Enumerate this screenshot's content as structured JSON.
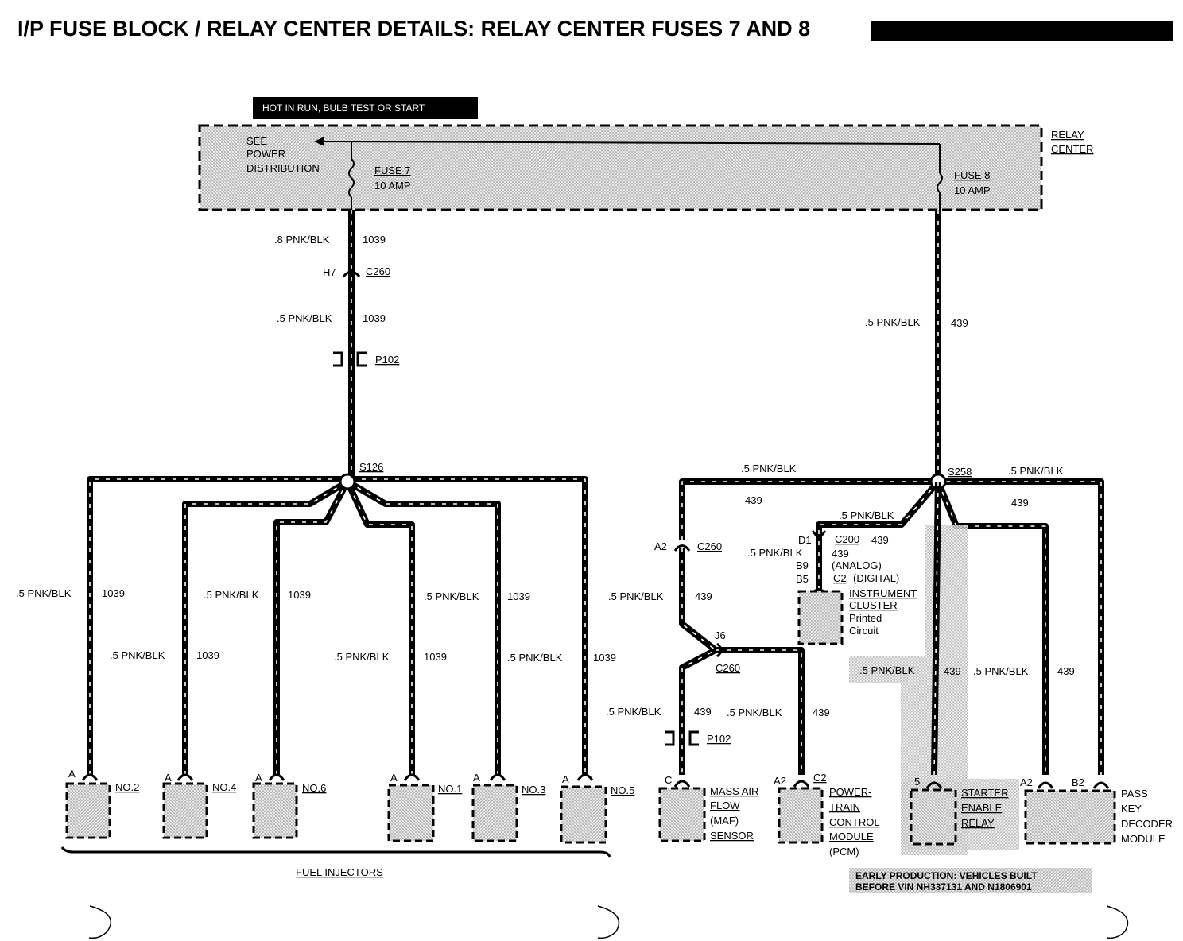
{
  "title": "I/P FUSE BLOCK / RELAY CENTER DETAILS: RELAY CENTER FUSES 7 AND 8",
  "hot_label": "HOT IN RUN, BULB TEST OR START",
  "relay_center": {
    "line1": "RELAY",
    "line2": "CENTER"
  },
  "see_power": {
    "line1": "SEE",
    "line2": "POWER",
    "line3": "DISTRIBUTION"
  },
  "fuse7": {
    "name": "FUSE 7",
    "rating": "10 AMP"
  },
  "fuse8": {
    "name": "FUSE 8",
    "rating": "10 AMP"
  },
  "wires": {
    "w08": ".8 PNK/BLK",
    "w05": ".5 PNK/BLK",
    "c1039": "1039",
    "c439": "439"
  },
  "connectors": {
    "h7": "H7",
    "c260": "C260",
    "p102": "P102",
    "s126": "S126",
    "s258": "S258",
    "a2": "A2",
    "j6": "J6",
    "d1": "D1",
    "b9": "B9",
    "b5": "B5",
    "c200": "C200",
    "c2": "C2",
    "a": "A",
    "c": "C",
    "b2": "B2",
    "five": "5",
    "analog": "(ANALOG)",
    "digital": "(DIGITAL)"
  },
  "injectors": {
    "items": [
      "NO.2",
      "NO.4",
      "NO.6",
      "NO.1",
      "NO.3",
      "NO.5"
    ],
    "group_label": "FUEL INJECTORS"
  },
  "components": {
    "maf": [
      "MASS AIR",
      "FLOW",
      "(MAF)",
      "SENSOR"
    ],
    "pcm": [
      "POWER-",
      "TRAIN",
      "CONTROL",
      "MODULE",
      "(PCM)"
    ],
    "cluster": [
      "INSTRUMENT",
      "CLUSTER",
      "Printed",
      "Circuit"
    ],
    "starter": [
      "STARTER",
      "ENABLE",
      "RELAY"
    ],
    "passkey": [
      "PASS",
      "KEY",
      "DECODER",
      "MODULE"
    ]
  },
  "early_production": {
    "line1": "EARLY PRODUCTION: VEHICLES BUILT",
    "line2": "BEFORE VIN NH337131 AND N1806901"
  }
}
